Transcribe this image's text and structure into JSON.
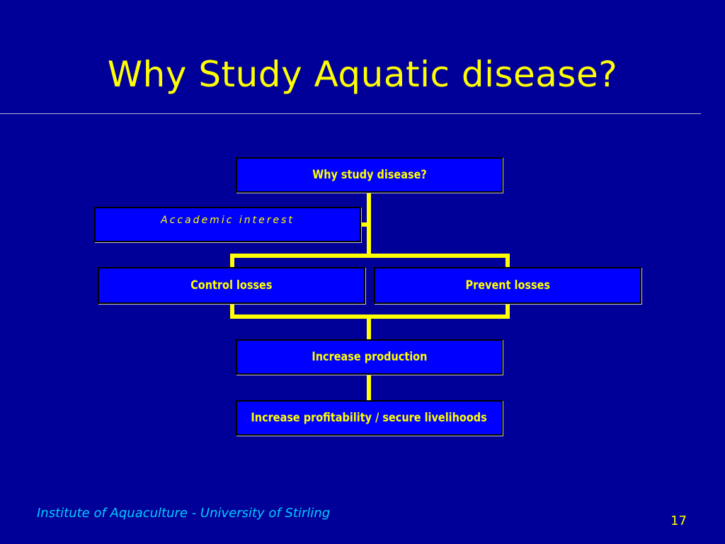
{
  "slide": {
    "title": "Why Study Aquatic disease?",
    "footer": "Institute of Aquaculture - University of Stirling",
    "page_number": "17"
  },
  "diagram": {
    "nodes": {
      "root": "Why study disease?",
      "academic": "Accademic interest",
      "control": "Control losses",
      "prevent": "Prevent losses",
      "production": "Increase production",
      "profitability": "Increase profitability / secure livelihoods"
    }
  },
  "colors": {
    "background": "#000099",
    "box_fill": "#0000ff",
    "text": "#ffff00",
    "connector": "#ffff00",
    "footer_text": "#00ccff"
  }
}
